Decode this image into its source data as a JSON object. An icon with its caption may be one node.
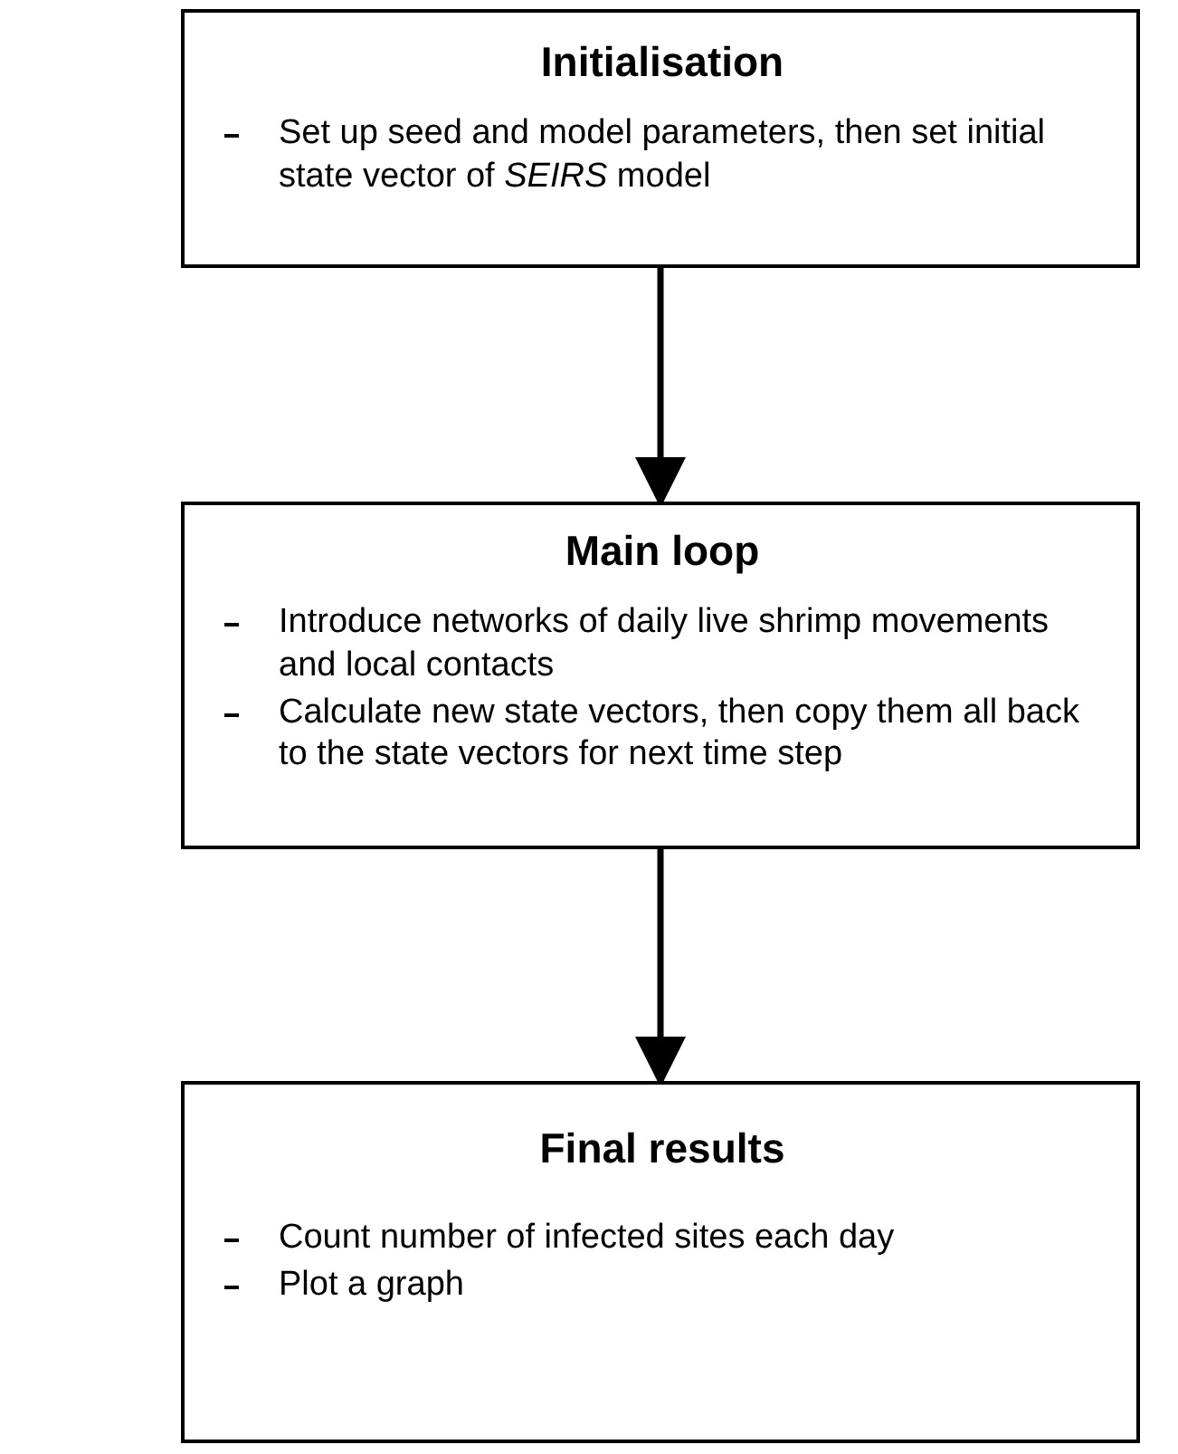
{
  "diagram": {
    "nodes": [
      {
        "text": [
          "Initialisation",
          "Set up seed and model parameters, then set initial state vector of *SEIRS* model"
        ]
      },
      {
        "text": [
          "Main loop",
          "Introduce networks of daily live shrimp movements and local contacts",
          "Calculate new state vectors, then copy them all back to the state vectors for next time step"
        ]
      },
      {
        "text": [
          "Final results",
          "Count number of infected sites each day",
          "Plot a graph"
        ]
      }
    ],
    "edges": [
      {
        "from": 0,
        "to": 1,
        "arrow": "to"
      },
      {
        "from": 1,
        "to": 2,
        "arrow": "to"
      }
    ]
  }
}
